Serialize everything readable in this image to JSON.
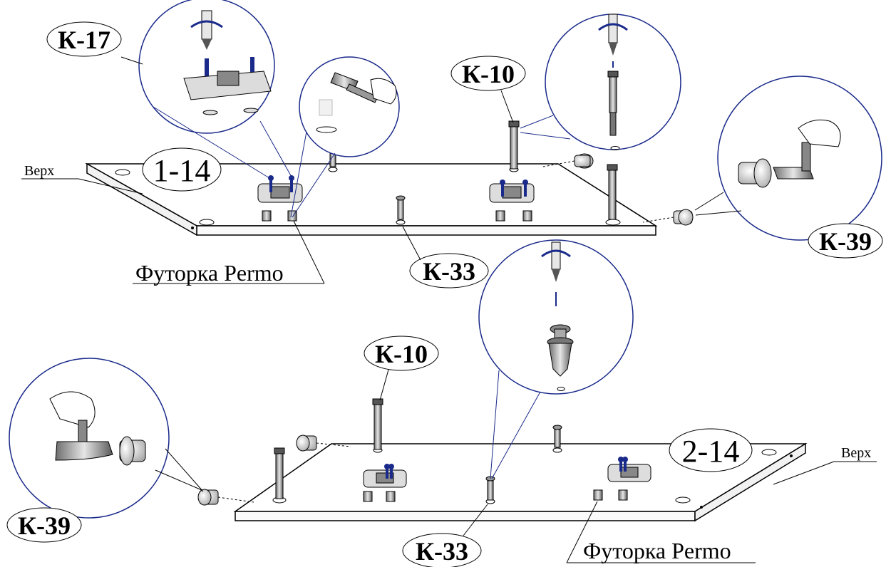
{
  "top_panel": {
    "part_number": "1-14",
    "side_label": "Верх",
    "fitting_label": "Футорка Permo",
    "callouts": {
      "hinge_plate": "К-17",
      "confirmat": "К-10",
      "cam_pin": "К-33",
      "plug": "К-39"
    }
  },
  "bottom_panel": {
    "part_number": "2-14",
    "side_label": "Верх",
    "fitting_label": "Футорка Permo",
    "callouts": {
      "confirmat": "К-10",
      "cam_pin": "К-33",
      "plug": "К-39"
    }
  }
}
